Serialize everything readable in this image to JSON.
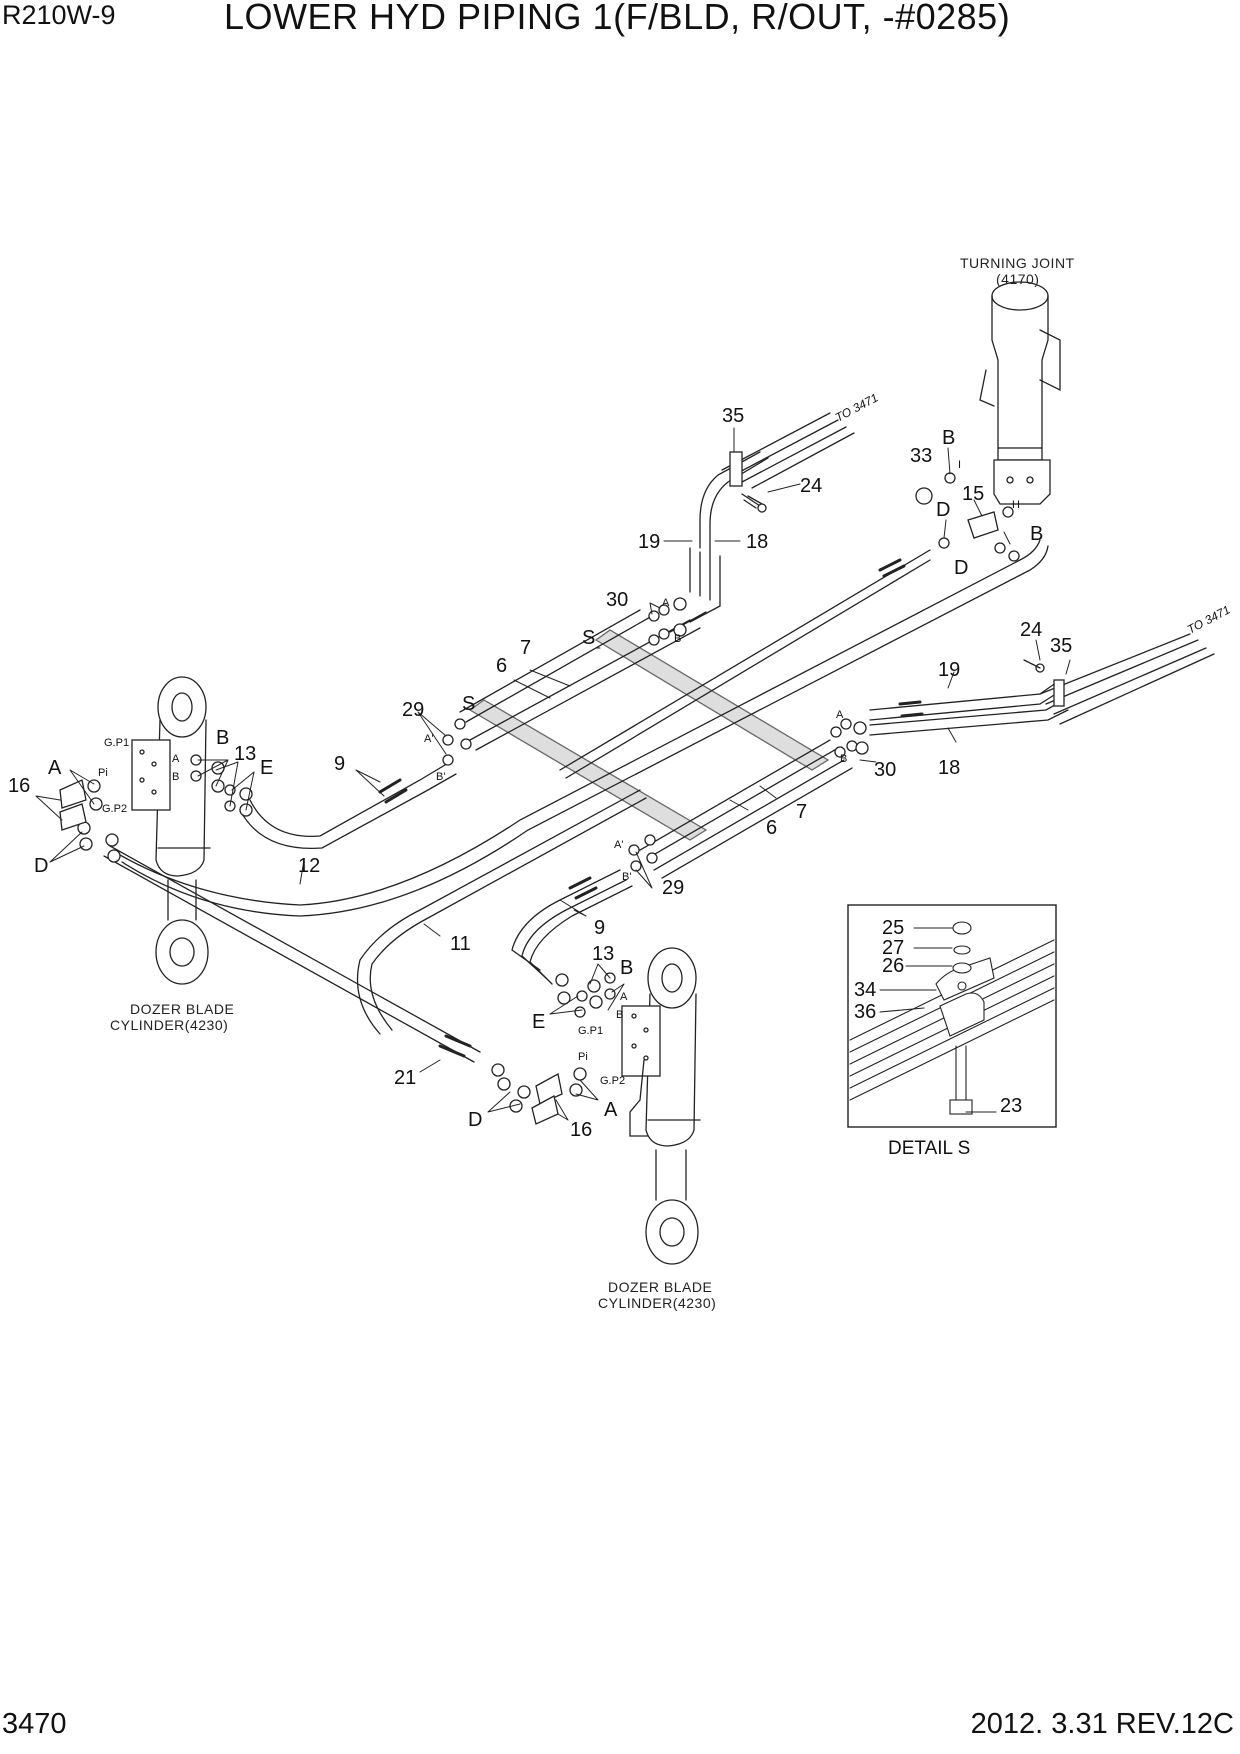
{
  "header": {
    "model": "R210W-9",
    "title": "LOWER HYD PIPING 1(F/BLD, R/OUT, -#0285)"
  },
  "footer": {
    "page_number": "3470",
    "date_revision": "2012. 3.31  REV.12C"
  },
  "notes": {
    "turning_joint": [
      "TURNING JOINT",
      "(4170)"
    ],
    "dozer_left": [
      "DOZER BLADE",
      "CYLINDER(4230)"
    ],
    "dozer_right": [
      "DOZER BLADE",
      "CYLINDER(4230)"
    ],
    "to_3471_top": "TO 3471",
    "to_3471_right": "TO 3471",
    "detail_title": "DETAIL  S"
  },
  "callouts": {
    "c35_top": "35",
    "c24_top": "24",
    "c19_top": "19",
    "c18_top": "18",
    "c33": "33",
    "B_tj": "B",
    "c15": "15",
    "D_tj1": "D",
    "B_tj2": "B",
    "D_tj2": "D",
    "c30_top": "30",
    "S_1": "S",
    "c7_top": "7",
    "c6_top": "6",
    "S_2": "S",
    "c29_top": "29",
    "c9_top": "9",
    "B_left": "B",
    "c13_left": "13",
    "E_left": "E",
    "A_left": "A",
    "c16_left": "16",
    "D_left": "D",
    "c12": "12",
    "c24_right": "24",
    "c35_right": "35",
    "c19_right": "19",
    "c18_right": "18",
    "c30_right": "30",
    "c7_right": "7",
    "c6_right": "6",
    "c29_mid": "29",
    "c9_mid": "9",
    "c11": "11",
    "c13_mid": "13",
    "B_mid": "B",
    "E_mid": "E",
    "c21": "21",
    "D_mid": "D",
    "A_mid": "A",
    "c16_mid": "16",
    "d25": "25",
    "d27": "27",
    "d26": "26",
    "d34": "34",
    "d36": "36",
    "d23": "23"
  },
  "port_labels": {
    "A_top": "A",
    "B_top": "B",
    "A_right": "A",
    "B_right": "B",
    "A_prime_1": "A'",
    "B_prime_1": "B'",
    "A_prime_2": "A'",
    "B_prime_2": "B'",
    "I": "I",
    "H": "H",
    "gp1_l": "G.P1",
    "pi_l": "Pi",
    "gp2_l": "G.P2",
    "a_blk_l": "A",
    "b_blk_l": "B",
    "a_blk_r": "A",
    "b_blk_r": "B",
    "gp1_r": "G.P1",
    "pi_r": "Pi",
    "gp2_r": "G.P2"
  }
}
